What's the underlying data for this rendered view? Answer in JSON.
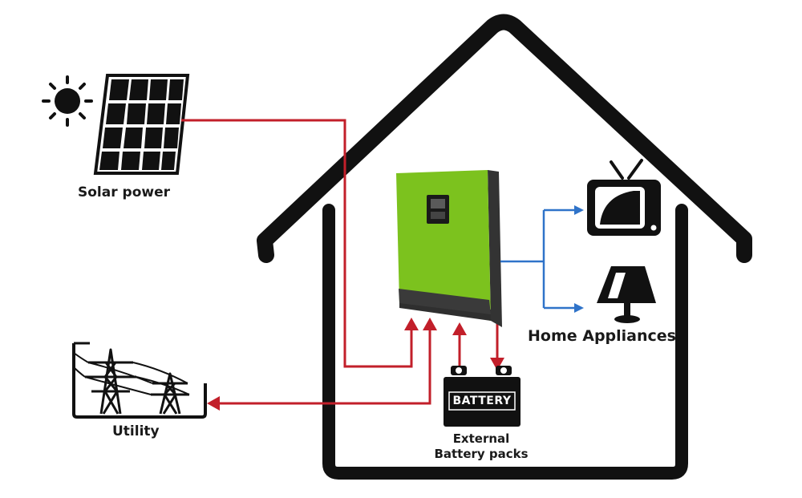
{
  "labels": {
    "solar": "Solar power",
    "utility": "Utility",
    "appliances": "Home Appliances",
    "battery_line1": "External",
    "battery_line2": "Battery packs",
    "battery_text": "BATTERY"
  },
  "colors": {
    "house_outline": "#111111",
    "inverter_body": "#7cc21e",
    "inverter_side": "#3d3d3d",
    "ac_wire": "#2f73c9",
    "dc_wire": "#c21f2a"
  },
  "icons": [
    "sun-icon",
    "solar-panel-icon",
    "power-tower-icon",
    "tv-icon",
    "lamp-icon",
    "battery-icon",
    "inverter-icon"
  ]
}
